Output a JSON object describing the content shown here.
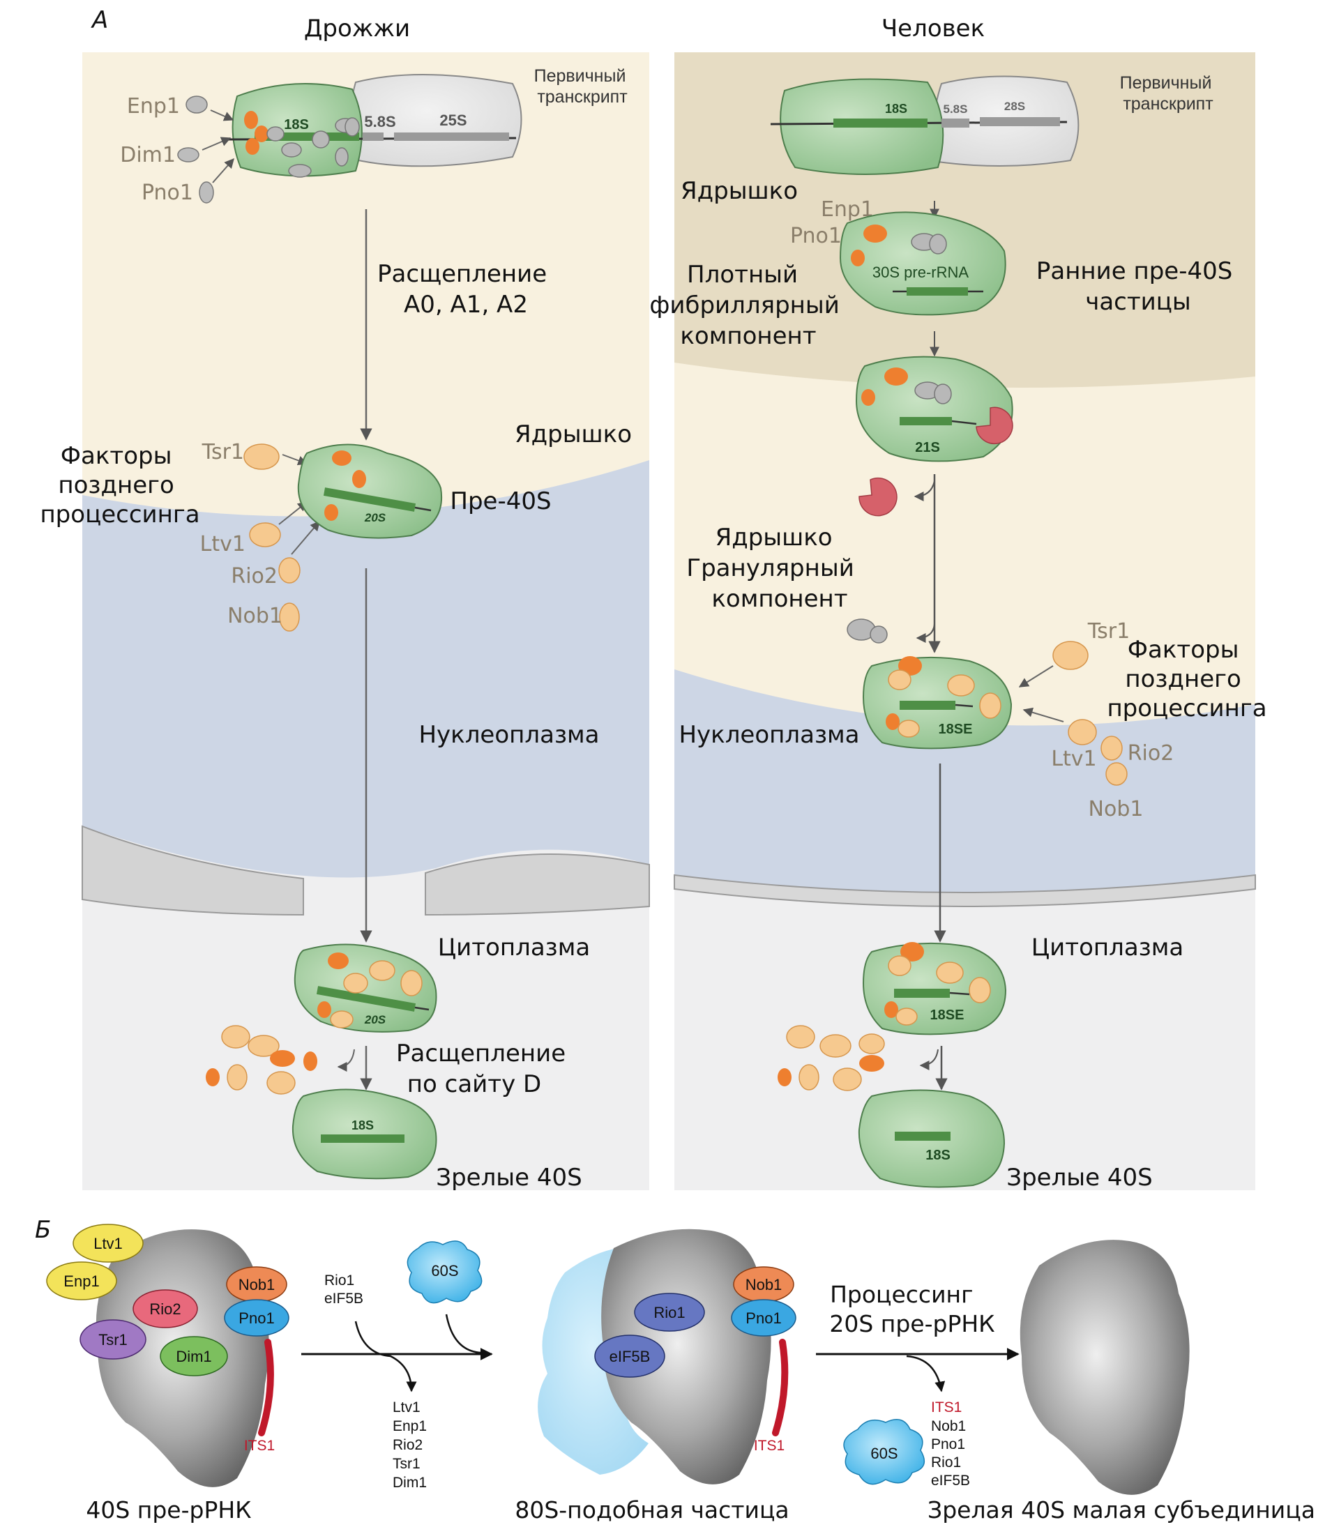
{
  "panel_a": {
    "label": "А",
    "yeast": {
      "title": "Дрожжи",
      "primary_transcript": [
        "Первичный",
        "транскрипт"
      ],
      "rrna_18s": "18S",
      "rrna_58s": "5.8S",
      "rrna_25s": "25S",
      "enp1": "Enp1",
      "dim1": "Dim1",
      "pno1": "Pno1",
      "cleavage": [
        "Расщепление",
        "A0, A1, A2"
      ],
      "nucleolus": "Ядрышко",
      "late_factors": [
        "Факторы",
        "позднего",
        "процессинга"
      ],
      "tsr1": "Tsr1",
      "ltv1": "Ltv1",
      "rio2": "Rio2",
      "nob1": "Nob1",
      "pre40s": "Пре-40S",
      "rrna_20s": "20S",
      "nucleoplasm": "Нуклеоплазма",
      "cytoplasm": "Цитоплазма",
      "rrna_20s_b": "20S",
      "cleavage_d": [
        "Расщепление",
        "по сайту D"
      ],
      "rrna_18s_b": "18S",
      "mature": "Зрелые 40S"
    },
    "human": {
      "title": "Человек",
      "primary_transcript": [
        "Первичный",
        "транскрипт"
      ],
      "rrna_18s": "18S",
      "rrna_58s": "5.8S",
      "rrna_28s": "28S",
      "nucleolus": "Ядрышко",
      "enp1": "Enp1",
      "pno1": "Pno1",
      "dense_fibrillar": [
        "Плотный",
        "фибриллярный",
        "компонент"
      ],
      "pre_rrna_30s": "30S pre-rRNA",
      "early_pre40s": [
        "Ранние пре-40S",
        "частицы"
      ],
      "rrna_21s": "21S",
      "granular": [
        "Ядрышко",
        "Гранулярный",
        "компонент"
      ],
      "tsr1": "Tsr1",
      "late_factors": [
        "Факторы",
        "позднего",
        "процессинга"
      ],
      "nucleoplasm": "Нуклеоплазма",
      "rrna_18se": "18SE",
      "ltv1": "Ltv1",
      "rio2": "Rio2",
      "nob1": "Nob1",
      "cytoplasm": "Цитоплазма",
      "rrna_18se_b": "18SE",
      "rrna_18s_b": "18S",
      "mature": "Зрелые 40S"
    }
  },
  "panel_b": {
    "label": "Б",
    "factors": {
      "ltv1": "Ltv1",
      "enp1": "Enp1",
      "rio2": "Rio2",
      "tsr1": "Tsr1",
      "dim1": "Dim1",
      "nob1": "Nob1",
      "pno1": "Pno1",
      "its1": "ITS1"
    },
    "step1_in": [
      "Rio1",
      "eIF5B"
    ],
    "ribosome_60s": "60S",
    "step1_out": [
      "Ltv1",
      "Enp1",
      "Rio2",
      "Tsr1",
      "Dim1"
    ],
    "particle80s": {
      "rio1": "Rio1",
      "eif5b": "eIF5B",
      "nob1": "Nob1",
      "pno1": "Pno1",
      "its1": "ITS1"
    },
    "processing": [
      "Процессинг",
      "20S пре-рРНК"
    ],
    "ribosome_60s_b": "60S",
    "step2_out_red": "ITS1",
    "step2_out": [
      "Nob1",
      "Pno1",
      "Rio1",
      "eIF5B"
    ],
    "captions": {
      "pre": "40S пре-рРНК",
      "like80s": "80S-подобная частица",
      "mature": "Зрелая 40S малая субъединица"
    }
  },
  "colors": {
    "nucleolus_bg": "#f8f1df",
    "dense_fibrillar_bg": "#e6dcc3",
    "nucleoplasm_bg": "#cdd6e5",
    "cytoplasm_bg": "#efeff0",
    "particle_green": "#9ccb9a",
    "factor_orange": "#ee8a3a",
    "factor_peach": "#f6c98f",
    "nuclease_red": "#d6616a",
    "its1_red": "#c0182a"
  }
}
